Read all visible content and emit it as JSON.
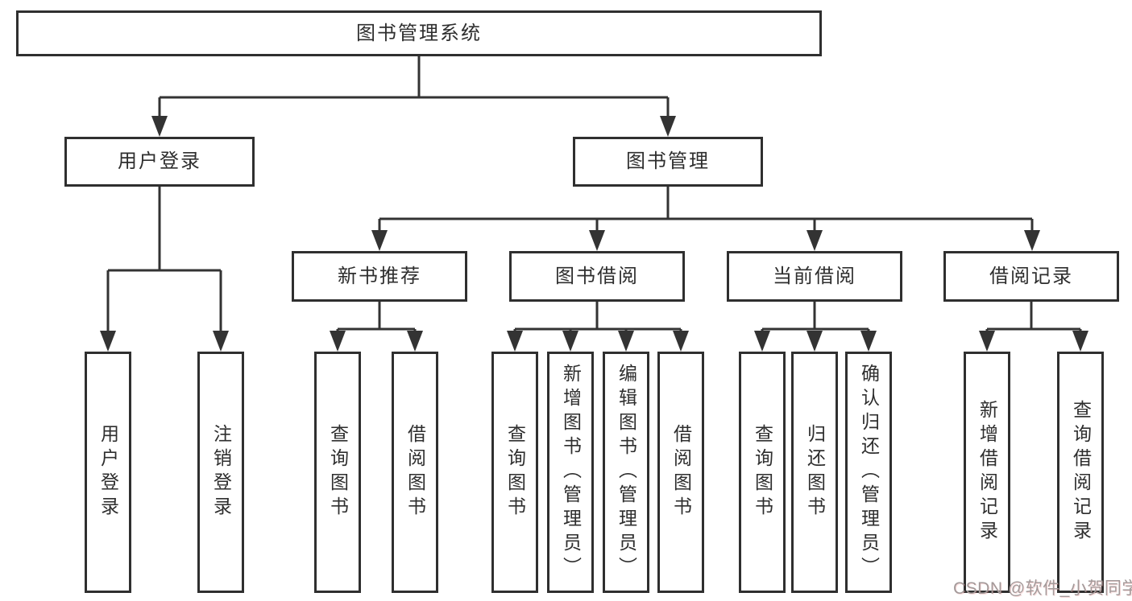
{
  "colors": {
    "background": "#ffffff",
    "line": "#333333",
    "box_border": "#2f2f2f",
    "box_fill": "#ffffff",
    "text": "#2e2e2e",
    "watermark": "#a39a9a"
  },
  "watermark": {
    "text": "CSDN @软件_小贺同学"
  },
  "diagram": {
    "root": {
      "label": "图书管理系统"
    },
    "level1": [
      {
        "label": "用户登录"
      },
      {
        "label": "图书管理"
      }
    ],
    "level2": [
      {
        "label": "新书推荐"
      },
      {
        "label": "图书借阅"
      },
      {
        "label": "当前借阅"
      },
      {
        "label": "借阅记录"
      }
    ],
    "leaves": {
      "user_login": [
        {
          "label": "用户登录"
        },
        {
          "label": "注销登录"
        }
      ],
      "new_book": [
        {
          "label": "查询图书"
        },
        {
          "label": "借阅图书"
        }
      ],
      "book_borrow": [
        {
          "label": "查询图书"
        },
        {
          "label": "新增图书（管理员）"
        },
        {
          "label": "编辑图书（管理员）"
        },
        {
          "label": "借阅图书"
        }
      ],
      "current_borrow": [
        {
          "label": "查询图书"
        },
        {
          "label": "归还图书"
        },
        {
          "label": "确认归还（管理员）"
        }
      ],
      "borrow_record": [
        {
          "label": "新增借阅记录"
        },
        {
          "label": "查询借阅记录"
        }
      ]
    }
  }
}
